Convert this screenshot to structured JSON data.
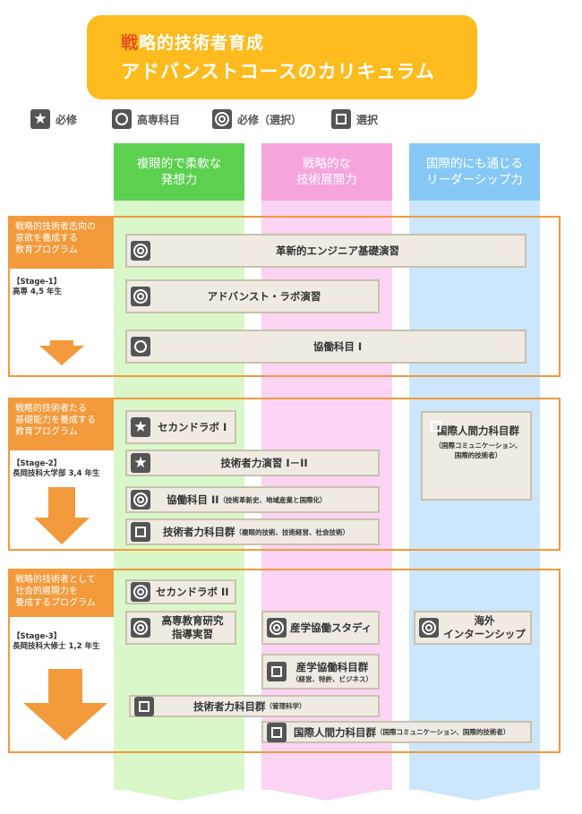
{
  "title": {
    "accent": "戦",
    "line1_rest": "略的技術者育成",
    "line2": "アドバンストコースのカリキュラム"
  },
  "legend": [
    {
      "icon": "star-icon",
      "label": "必修"
    },
    {
      "icon": "circle-icon",
      "label": "高専科目"
    },
    {
      "icon": "double-circle-icon",
      "label": "必修（選択）"
    },
    {
      "icon": "square-icon",
      "label": "選択"
    }
  ],
  "columns": [
    {
      "label": "複眼的で柔軟な\n発想力",
      "color": "#5bd14f"
    },
    {
      "label": "戦略的な\n技術展開力",
      "color": "#f6a5dd"
    },
    {
      "label": "国際的にも通じる\nリーダーシップ力",
      "color": "#86c8f5"
    }
  ],
  "stages": [
    {
      "label": "戦略的技術者志向の\n意欲を養成する\n教育プログラム",
      "stage": "【Stage-1】",
      "years": "高専 4,5 年生"
    },
    {
      "label": "戦略的技術者たる\n基礎能力を養成する\n教育プログラム",
      "stage": "【Stage-2】",
      "years": "長岡技科大学部 3,4 年生"
    },
    {
      "label": "戦略的技術者として\n社会的展開力を\n養成するプログラム",
      "stage": "【Stage-3】",
      "years": "長岡技科大修士 1,2 年生"
    }
  ],
  "courses": {
    "s1_1": {
      "icon": "double-circle-icon",
      "label": "革新的エンジニア基礎演習"
    },
    "s1_2": {
      "icon": "double-circle-icon",
      "label": "アドバンスト・ラボ演習"
    },
    "s1_3": {
      "icon": "circle-icon",
      "label": "協働科目 I"
    },
    "s2_1": {
      "icon": "star-icon",
      "label": "セカンドラボ I"
    },
    "s2_2": {
      "icon": "star-icon",
      "label": "技術者力演習 I－II"
    },
    "s2_3": {
      "icon": "double-circle-icon",
      "label": "協働科目 II",
      "sub": "（技術革新史、地域産業と国際化）"
    },
    "s2_4": {
      "icon": "square-icon",
      "label": "技術者力科目群",
      "sub": "（複眼的技術、技術経営、社会技術）"
    },
    "s2_5": {
      "icon": "square-icon",
      "label": "国際人間力科目群",
      "sub": "（国際コミュニケーション、\n国際的技術者）"
    },
    "s3_1": {
      "icon": "double-circle-icon",
      "label": "セカンドラボ II"
    },
    "s3_2": {
      "icon": "double-circle-icon",
      "label": "高専教育研究\n指導実習"
    },
    "s3_3": {
      "icon": "double-circle-icon",
      "label": "産学協働スタディ"
    },
    "s3_4": {
      "icon": "double-circle-icon",
      "label": "海外\nインターンシップ"
    },
    "s3_5": {
      "icon": "square-icon",
      "label": "産学協働科目群",
      "sub": "（経営、特許、ビジネス）"
    },
    "s3_6": {
      "icon": "square-icon",
      "label": "技術者力科目群",
      "sub": "（管理科学）"
    },
    "s3_7": {
      "icon": "square-icon",
      "label": "国際人間力科目群",
      "sub": "（国際コミュニケーション、国際的技術者）"
    }
  }
}
